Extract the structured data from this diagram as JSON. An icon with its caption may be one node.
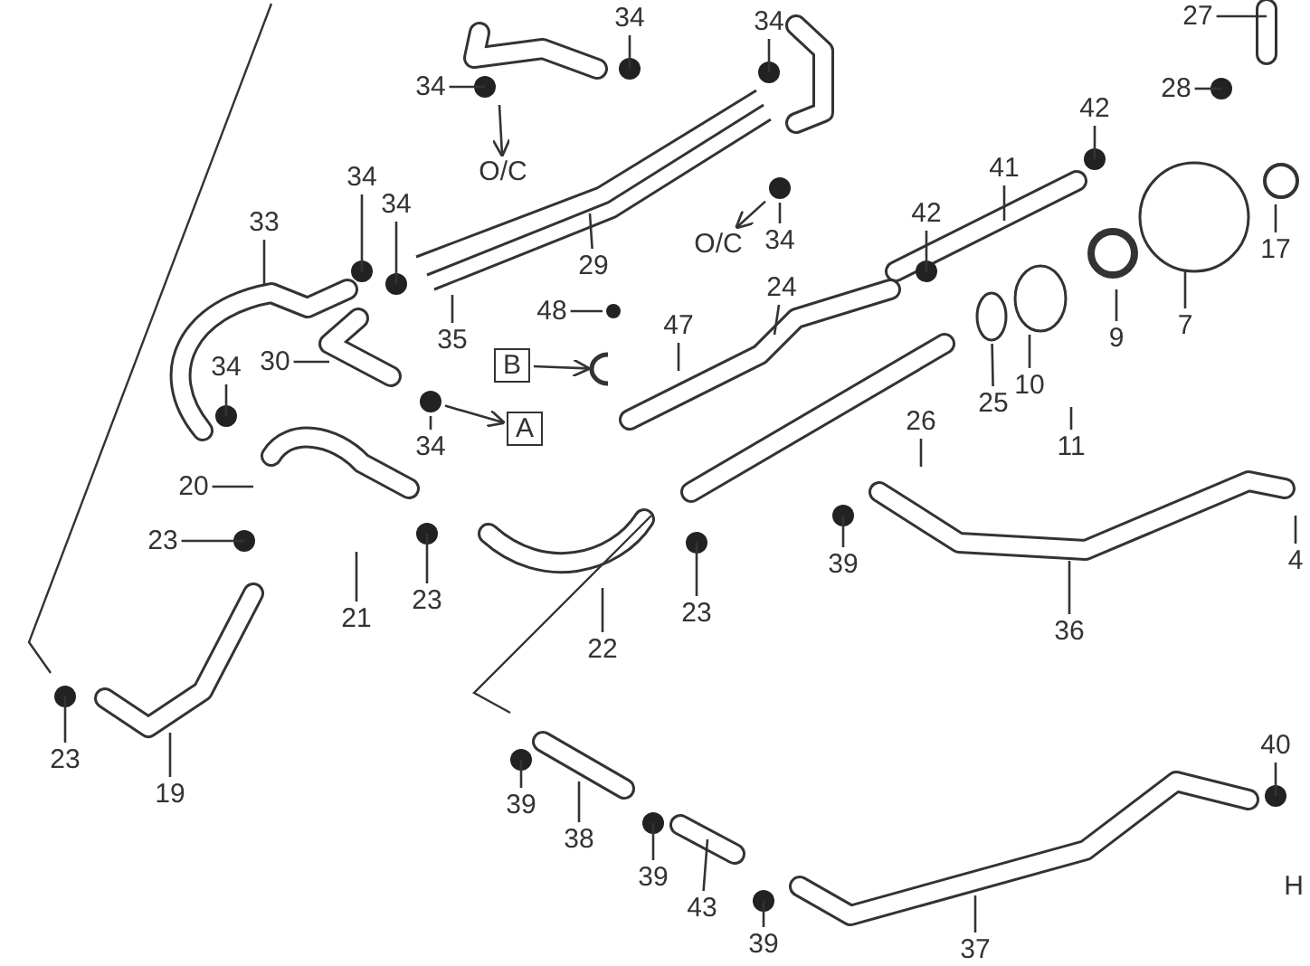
{
  "diagram": {
    "nodes": [
      {
        "text": [
          "27"
        ]
      },
      {
        "text": [
          "34"
        ]
      },
      {
        "text": [
          "34"
        ]
      },
      {
        "text": [
          "34"
        ]
      },
      {
        "text": [
          "28"
        ]
      },
      {
        "text": [
          "42"
        ]
      },
      {
        "text": [
          "41"
        ]
      },
      {
        "text": [
          "O/C"
        ]
      },
      {
        "text": [
          "34"
        ]
      },
      {
        "text": [
          "34"
        ]
      },
      {
        "text": [
          "42"
        ]
      },
      {
        "text": [
          "33"
        ]
      },
      {
        "text": [
          "34"
        ]
      },
      {
        "text": [
          "O/C"
        ]
      },
      {
        "text": [
          "17"
        ]
      },
      {
        "text": [
          "29"
        ]
      },
      {
        "text": [
          "24"
        ]
      },
      {
        "text": [
          "48"
        ]
      },
      {
        "text": [
          "47"
        ]
      },
      {
        "text": [
          "7"
        ]
      },
      {
        "text": [
          "9"
        ]
      },
      {
        "text": [
          "35"
        ]
      },
      {
        "text": [
          "30"
        ]
      },
      {
        "text": [
          "B"
        ]
      },
      {
        "text": [
          "34"
        ]
      },
      {
        "text": [
          "10"
        ]
      },
      {
        "text": [
          "25"
        ]
      },
      {
        "text": [
          "26"
        ]
      },
      {
        "text": [
          "A"
        ]
      },
      {
        "text": [
          "34"
        ]
      },
      {
        "text": [
          "11"
        ]
      },
      {
        "text": [
          "20"
        ]
      },
      {
        "text": [
          "23"
        ]
      },
      {
        "text": [
          "39"
        ]
      },
      {
        "text": [
          "4"
        ]
      },
      {
        "text": [
          "21"
        ]
      },
      {
        "text": [
          "23"
        ]
      },
      {
        "text": [
          "23"
        ]
      },
      {
        "text": [
          "36"
        ]
      },
      {
        "text": [
          "22"
        ]
      },
      {
        "text": [
          "23"
        ]
      },
      {
        "text": [
          "40"
        ]
      },
      {
        "text": [
          "19"
        ]
      },
      {
        "text": [
          "39"
        ]
      },
      {
        "text": [
          "38"
        ]
      },
      {
        "text": [
          "39"
        ]
      },
      {
        "text": [
          "43"
        ]
      },
      {
        "text": [
          "39"
        ]
      },
      {
        "text": [
          "37"
        ]
      },
      {
        "text": [],
        "shape": "circle"
      },
      {
        "text": [],
        "shape": "circle"
      },
      {
        "text": [],
        "shape": "picture"
      },
      {
        "text": [],
        "shape": "circle"
      },
      {
        "text": [],
        "shape": "circle"
      }
    ],
    "edges": [
      {
        "from": 0,
        "to": null,
        "arrow": "none"
      },
      {
        "from": 1,
        "to": null,
        "arrow": "none"
      },
      {
        "from": 2,
        "to": null,
        "arrow": "none"
      },
      {
        "from": 3,
        "to": null,
        "arrow": "none"
      },
      {
        "from": 4,
        "to": null,
        "arrow": "none"
      },
      {
        "from": 5,
        "to": null,
        "arrow": "none"
      },
      {
        "from": 6,
        "to": null,
        "arrow": "none"
      },
      {
        "from": null,
        "to": 7,
        "arrow": "to"
      },
      {
        "from": 8,
        "to": null,
        "arrow": "none"
      },
      {
        "from": 9,
        "to": null,
        "arrow": "none"
      },
      {
        "from": 10,
        "to": null,
        "arrow": "none"
      },
      {
        "from": 11,
        "to": null,
        "arrow": "none"
      },
      {
        "from": 12,
        "to": 49,
        "arrow": "none"
      },
      {
        "from": 49,
        "to": 13,
        "arrow": "to"
      },
      {
        "from": 14,
        "to": null,
        "arrow": "none"
      },
      {
        "from": 15,
        "to": null,
        "arrow": "none"
      },
      {
        "from": 16,
        "to": null,
        "arrow": "none"
      },
      {
        "from": 17,
        "to": 50,
        "arrow": "none"
      },
      {
        "from": 18,
        "to": null,
        "arrow": "none"
      },
      {
        "from": 19,
        "to": null,
        "arrow": "none"
      },
      {
        "from": 20,
        "to": null,
        "arrow": "none"
      },
      {
        "from": 21,
        "to": null,
        "arrow": "none"
      },
      {
        "from": 22,
        "to": null,
        "arrow": "none"
      },
      {
        "from": 23,
        "to": 51,
        "arrow": "to"
      },
      {
        "from": 24,
        "to": null,
        "arrow": "none"
      },
      {
        "from": 25,
        "to": null,
        "arrow": "none"
      },
      {
        "from": 26,
        "to": 52,
        "arrow": "none"
      },
      {
        "from": 27,
        "to": null,
        "arrow": "none"
      },
      {
        "from": 53,
        "to": 28,
        "arrow": "to"
      },
      {
        "from": 29,
        "to": 53,
        "arrow": "none"
      },
      {
        "from": 30,
        "to": null,
        "arrow": "none"
      },
      {
        "from": 31,
        "to": null,
        "arrow": "none"
      },
      {
        "from": 32,
        "to": null,
        "arrow": "none"
      },
      {
        "from": 33,
        "to": null,
        "arrow": "none"
      },
      {
        "from": 34,
        "to": null,
        "arrow": "none"
      },
      {
        "from": 35,
        "to": null,
        "arrow": "none"
      },
      {
        "from": 36,
        "to": null,
        "arrow": "none"
      },
      {
        "from": 37,
        "to": null,
        "arrow": "none"
      },
      {
        "from": 38,
        "to": null,
        "arrow": "none"
      },
      {
        "from": 39,
        "to": null,
        "arrow": "none"
      },
      {
        "from": 40,
        "to": null,
        "arrow": "none"
      },
      {
        "from": 41,
        "to": null,
        "arrow": "none"
      },
      {
        "from": 42,
        "to": null,
        "arrow": "none"
      },
      {
        "from": 43,
        "to": null,
        "arrow": "none"
      },
      {
        "from": 44,
        "to": null,
        "arrow": "none"
      },
      {
        "from": 45,
        "to": null,
        "arrow": "none"
      },
      {
        "from": 46,
        "to": null,
        "arrow": "none"
      },
      {
        "from": 47,
        "to": null,
        "arrow": "none"
      },
      {
        "from": 48,
        "to": null,
        "arrow": "none"
      }
    ],
    "labels": [
      "H"
    ]
  }
}
